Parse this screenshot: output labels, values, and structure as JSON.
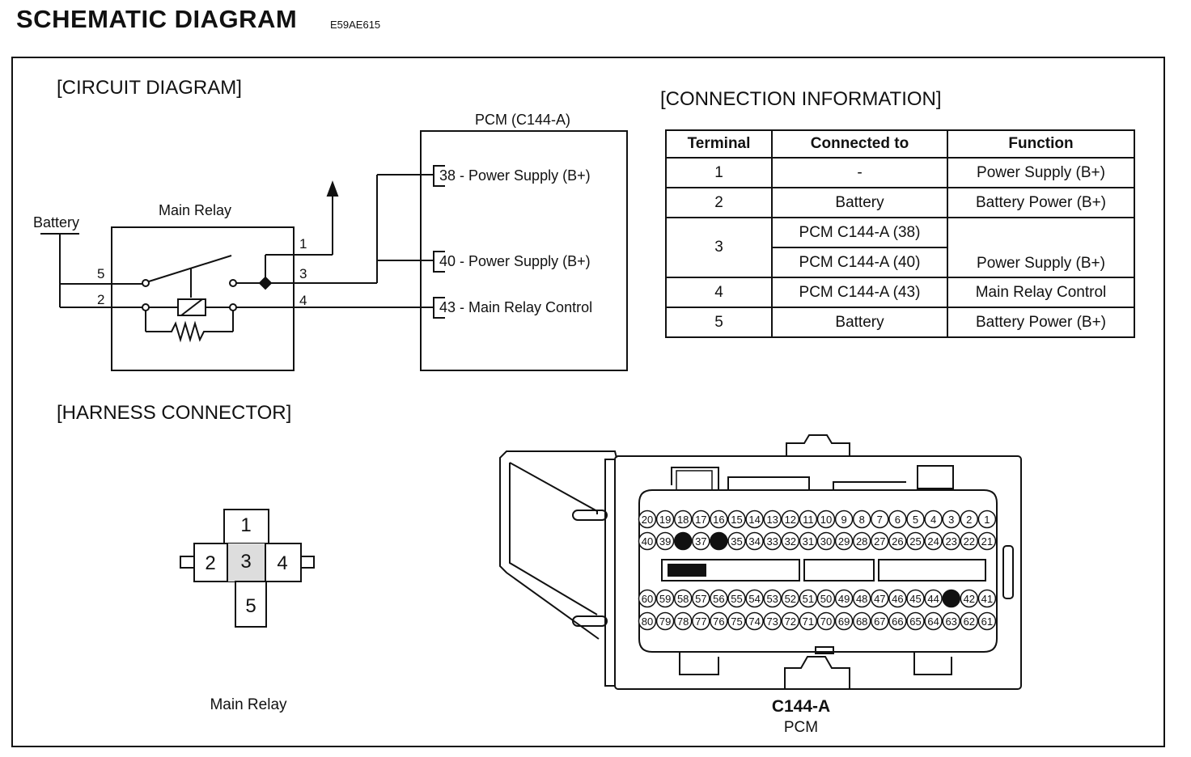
{
  "header": {
    "title": "SCHEMATIC DIAGRAM",
    "code": "E59AE615"
  },
  "circuit": {
    "title": "[CIRCUIT DIAGRAM]",
    "battery_label": "Battery",
    "relay_label": "Main Relay",
    "relay_pins": [
      "1",
      "3",
      "4",
      "5",
      "2"
    ],
    "pcm_label": "PCM (C144-A)",
    "pcm_pins": [
      "38 - Power Supply (B+)",
      "40 - Power Supply (B+)",
      "43 - Main Relay Control"
    ]
  },
  "connection": {
    "title": "[CONNECTION INFORMATION]",
    "headers": [
      "Terminal",
      "Connected to",
      "Function"
    ],
    "rows": [
      {
        "terminal": "1",
        "connected": [
          "-"
        ],
        "function": "Power Supply (B+)"
      },
      {
        "terminal": "2",
        "connected": [
          "Battery"
        ],
        "function": "Battery Power (B+)"
      },
      {
        "terminal": "3",
        "connected": [
          "PCM C144-A (38)",
          "PCM C144-A (40)"
        ],
        "function": "Power Supply (B+)"
      },
      {
        "terminal": "4",
        "connected": [
          "PCM C144-A (43)"
        ],
        "function": "Main Relay Control"
      },
      {
        "terminal": "5",
        "connected": [
          "Battery"
        ],
        "function": "Battery Power (B+)"
      }
    ]
  },
  "harness": {
    "title": "[HARNESS CONNECTOR]",
    "relay_terminals": [
      "1",
      "2",
      "3",
      "4",
      "5"
    ],
    "relay_caption": "Main Relay",
    "pcm_caption": "C144-A",
    "pcm_subcaption": "PCM",
    "filled_pins": [
      "36",
      "38",
      "43"
    ]
  }
}
